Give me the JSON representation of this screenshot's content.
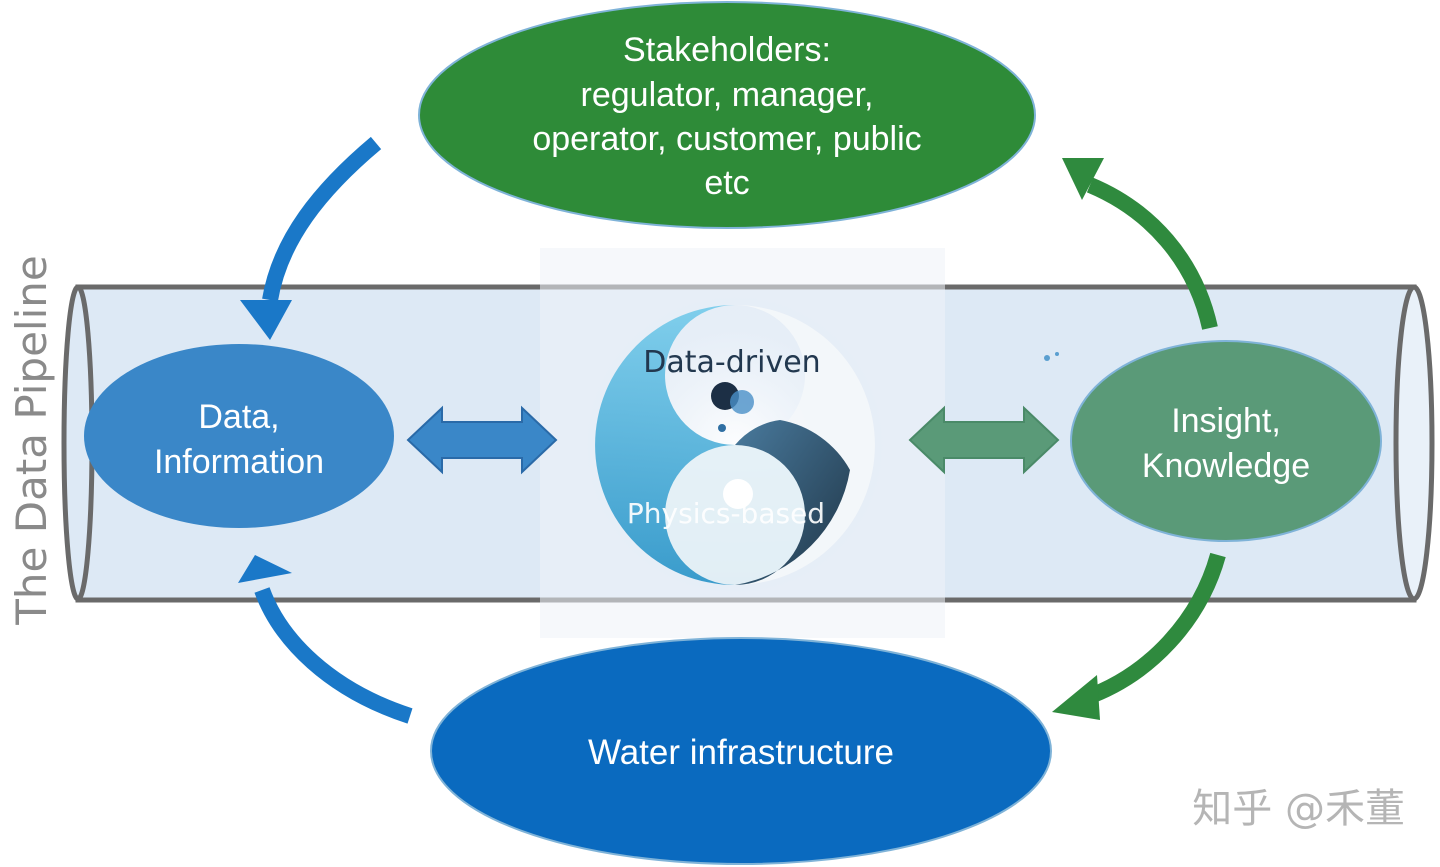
{
  "pipeline": {
    "label": "The Data Pipeline"
  },
  "stakeholders": {
    "lines": [
      "Stakeholders:",
      "regulator, manager,",
      "operator, customer, public",
      "etc"
    ]
  },
  "data_node": {
    "lines": [
      "Data,",
      "Information"
    ]
  },
  "insight_node": {
    "lines": [
      "Insight,",
      "Knowledge"
    ]
  },
  "water_node": {
    "label": "Water infrastructure"
  },
  "center_image": {
    "top_label": "Data-driven",
    "bottom_label": "Physics-based"
  },
  "watermark": {
    "text": "知乎 @禾董"
  },
  "colors": {
    "stakeholders_fill": "#2e8b38",
    "data_fill": "#3a87c8",
    "insight_fill": "#5a9a78",
    "water_fill": "#0a6abf",
    "blue_arrow": "#1a78c8",
    "green_arrow": "#2f8a3e",
    "pipe_fill": "#dde9f5",
    "pipe_stroke": "#6a6a6a"
  }
}
